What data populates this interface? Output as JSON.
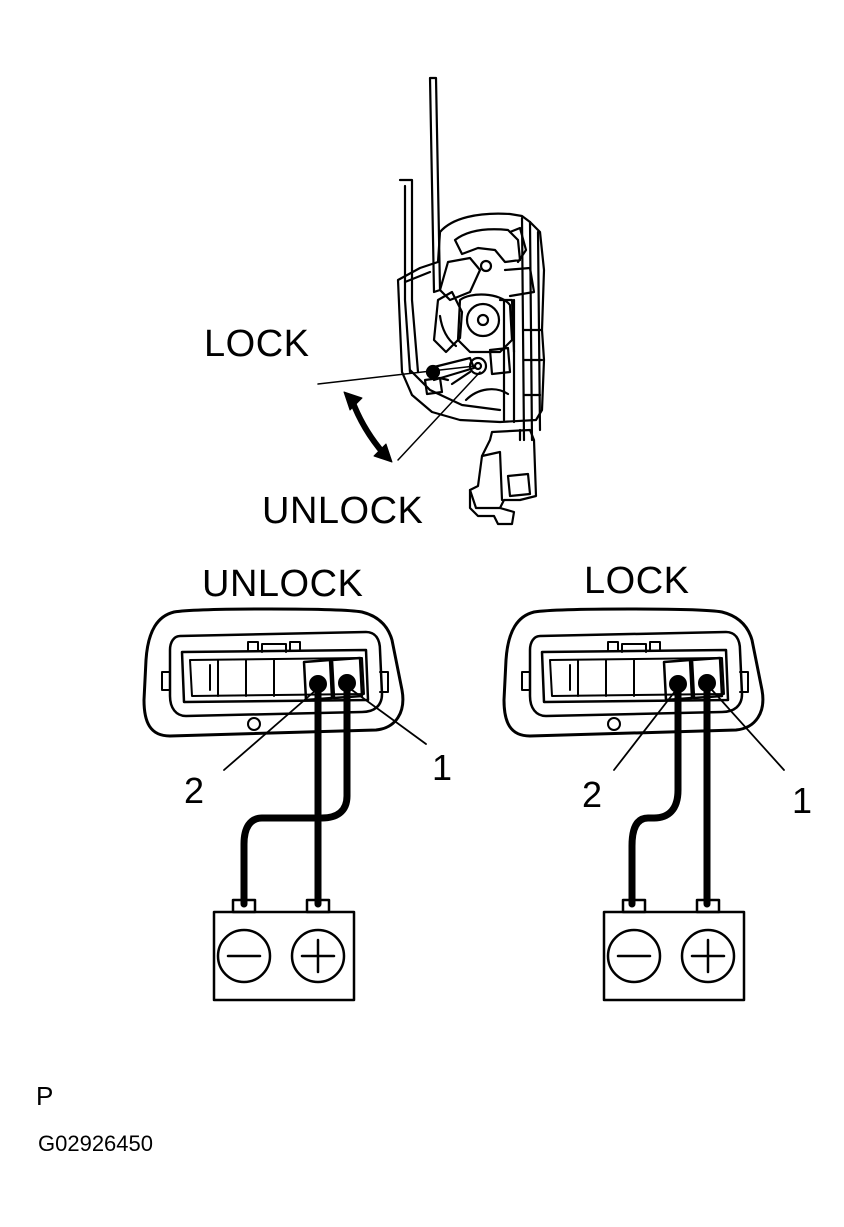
{
  "mechanism": {
    "lock_label": "LOCK",
    "unlock_label": "UNLOCK"
  },
  "connectors": [
    {
      "state_label": "UNLOCK",
      "terminal_2_label": "2",
      "terminal_1_label": "1",
      "battery": {
        "negative_symbol": "minus",
        "positive_symbol": "plus"
      }
    },
    {
      "state_label": "LOCK",
      "terminal_2_label": "2",
      "terminal_1_label": "1",
      "battery": {
        "negative_symbol": "minus",
        "positive_symbol": "plus"
      }
    }
  ],
  "footer": {
    "page_marker": "P",
    "figure_code": "G02926450"
  }
}
